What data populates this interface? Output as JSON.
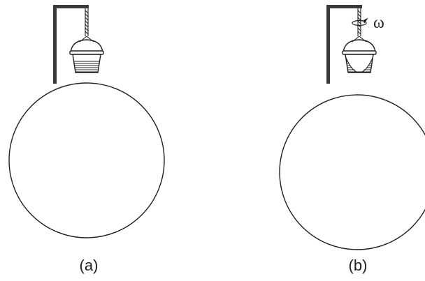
{
  "figures": [
    {
      "caption": "(a)",
      "rotating": false
    },
    {
      "caption": "(b)",
      "rotating": true,
      "rotation_symbol": "ω"
    }
  ],
  "colors": {
    "ink": "#231f20",
    "stand": "#3a3a3a",
    "background": "#ffffff"
  }
}
